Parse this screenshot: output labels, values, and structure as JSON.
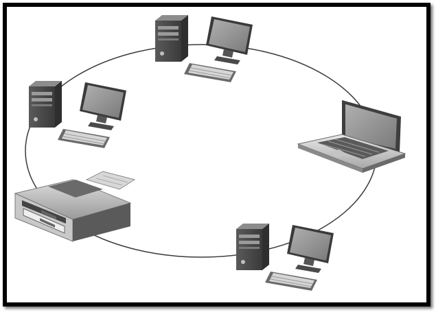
{
  "diagram": {
    "type": "ring-network-topology",
    "nodes": [
      {
        "kind": "desktop-computer",
        "icon": "desktop-computer-icon"
      },
      {
        "kind": "laptop",
        "icon": "laptop-icon"
      },
      {
        "kind": "desktop-computer",
        "icon": "desktop-computer-icon"
      },
      {
        "kind": "printer",
        "icon": "printer-icon"
      },
      {
        "kind": "desktop-computer",
        "icon": "desktop-computer-icon"
      }
    ],
    "colors": {
      "frame": "#000000",
      "background": "#ffffff",
      "ring": "#3a3a3a",
      "device_dark": "#4a4a4a",
      "device_mid": "#7a7a7a",
      "device_light": "#c8c8c8",
      "screen": "#9a9a9a"
    }
  }
}
